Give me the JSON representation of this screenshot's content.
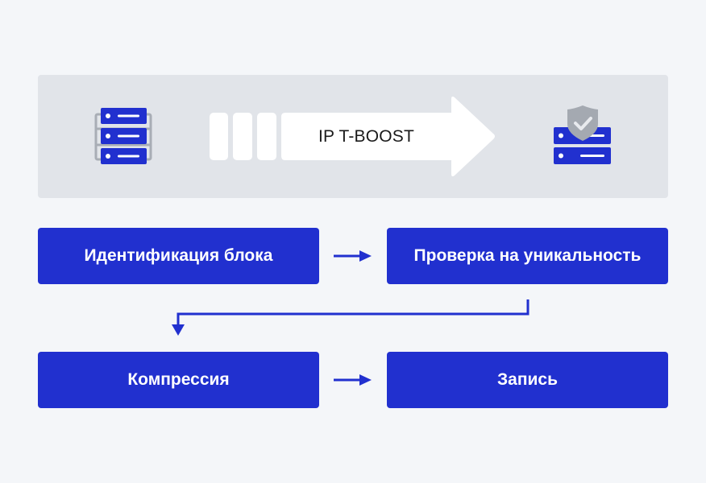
{
  "diagram": {
    "title_banner": {
      "label": "IP T-BOOST",
      "source_icon": "server-rack-icon",
      "target_icon": "secure-server-icon"
    },
    "steps": [
      {
        "label": "Идентификация блока"
      },
      {
        "label": "Проверка на уникальность"
      },
      {
        "label": "Компрессия"
      },
      {
        "label": "Запись"
      }
    ],
    "flow": [
      {
        "from": 0,
        "to": 1
      },
      {
        "from": 1,
        "to": 2
      },
      {
        "from": 2,
        "to": 3
      }
    ],
    "colors": {
      "accent": "#2130cf",
      "panel": "#e1e4e9",
      "background": "#f4f6f9",
      "shield": "#a4a9b1",
      "rack": "#a8adb5"
    }
  }
}
